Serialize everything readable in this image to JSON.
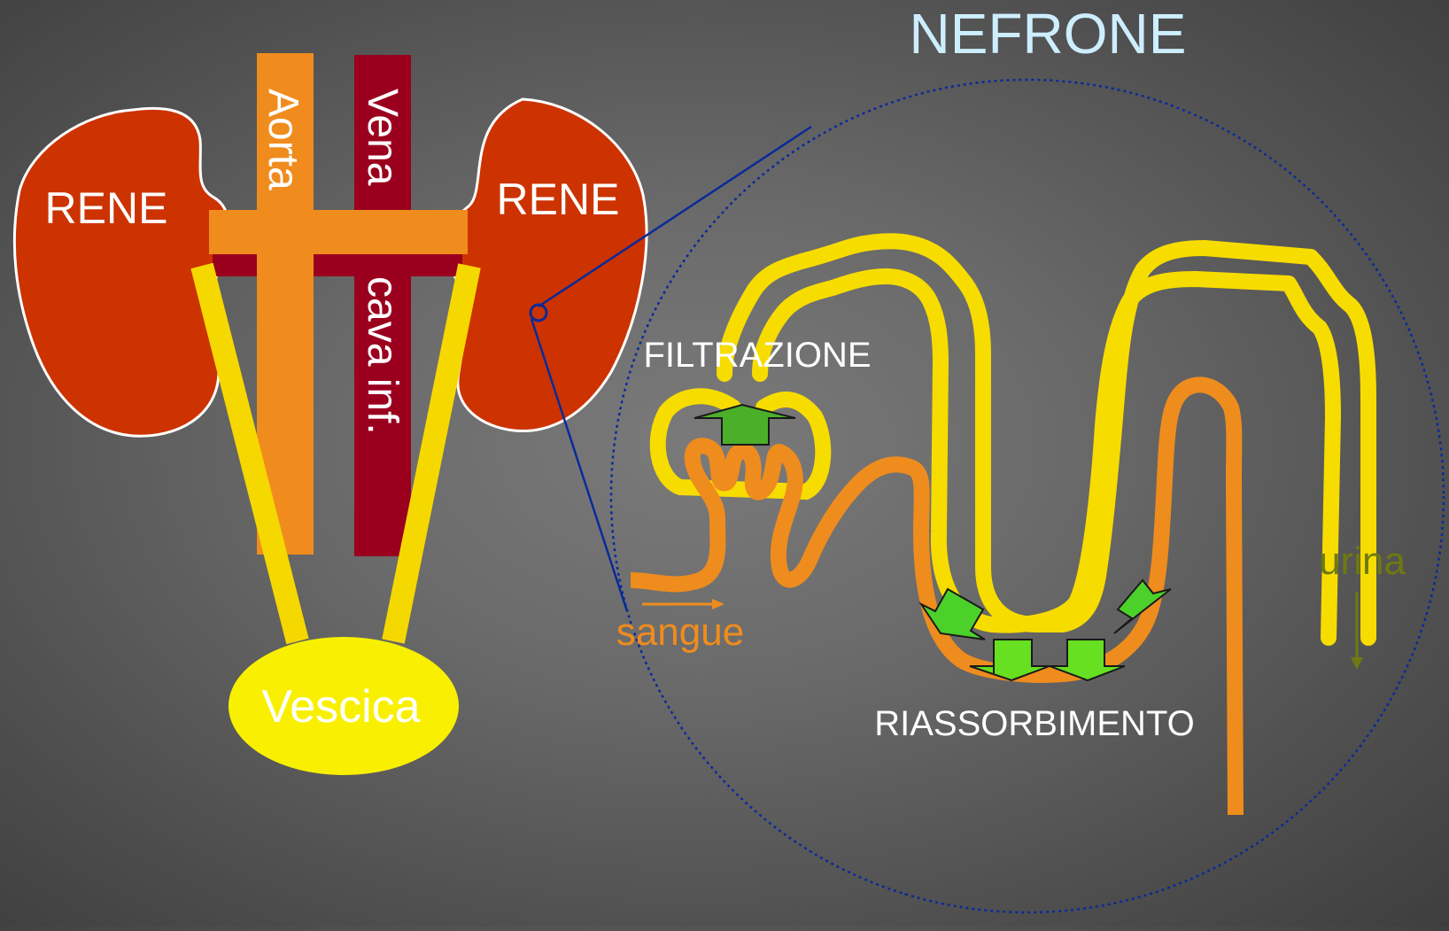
{
  "title": "NEFRONE",
  "labels": {
    "kidney_left": "RENE",
    "kidney_right": "RENE",
    "aorta": "Aorta",
    "vena_top": "Vena",
    "vena_bottom": "cava inf.",
    "bladder": "Vescica",
    "filtration": "FILTRAZIONE",
    "reabsorption": "RIASSORBIMENTO",
    "blood": "sangue",
    "urine": "urina"
  },
  "colors": {
    "kidney": "#cc3300",
    "aorta": "#f08c1e",
    "vena_cava": "#9a001e",
    "ureter": "#f5d800",
    "bladder": "#f8f000",
    "tubule": "#f7dc00",
    "blood_vessel": "#ef8c1e",
    "arrows": "#4cd12a",
    "title": "#cdeeff",
    "urine_text": "#6e7a10",
    "zoom_circle": "#0a2a9a"
  },
  "icons": {
    "filtration_arrow": "up-arrow-icon",
    "reabsorption_arrows": "reabsorption-arrow-icon",
    "blood_flow": "right-arrow-icon",
    "urine_flow": "down-arrow-icon"
  }
}
